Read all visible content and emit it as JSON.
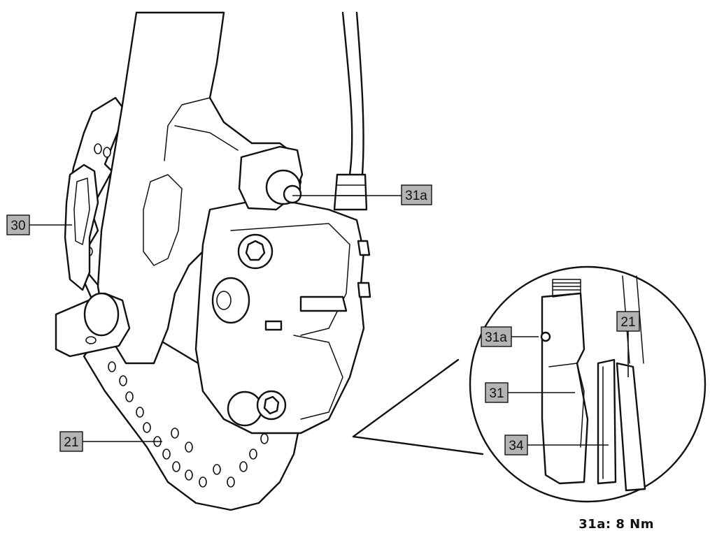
{
  "labels": {
    "screw_main": "31a",
    "pad_left": "30",
    "disc_main": "21",
    "screw_detail": "31a",
    "caliper_detail": "31",
    "pad_detail": "34",
    "disc_detail": "21"
  },
  "torque_note": "31a: 8 Nm",
  "colors": {
    "tag_fill": "#b3b3b3",
    "line": "#111111",
    "background": "#ffffff"
  }
}
